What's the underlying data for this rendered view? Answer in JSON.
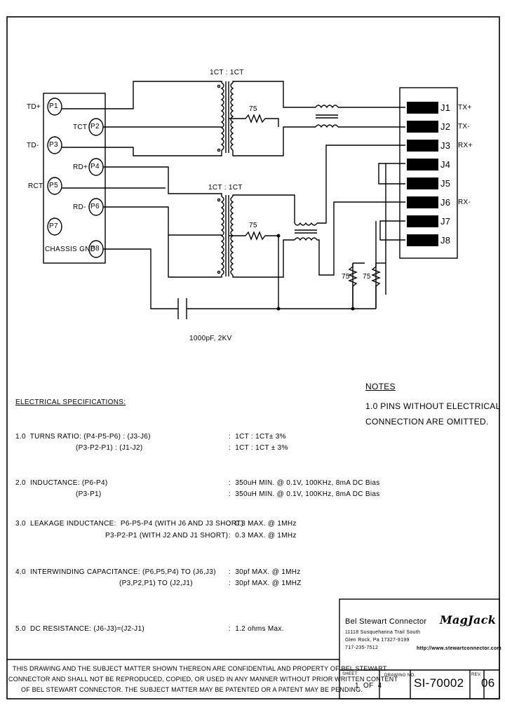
{
  "schematic": {
    "pins_left": [
      "P1",
      "P2",
      "P3",
      "P4",
      "P5",
      "P6",
      "P7",
      "P8"
    ],
    "labels_left": {
      "td_plus": "TD+",
      "tct": "TCT",
      "td_minus": "TD-",
      "rd_plus": "RD+",
      "rct": "RCT",
      "rd_minus": "RD-",
      "chassis": "CHASSIS GND"
    },
    "jack_pins": [
      "J1",
      "J2",
      "J3",
      "J4",
      "J5",
      "J6",
      "J7",
      "J8"
    ],
    "jack_signals": {
      "j1": "TX+",
      "j2": "TX-",
      "j3": "RX+",
      "j6": "RX-"
    },
    "transformer_top": "1CT : 1CT",
    "transformer_bottom": "1CT : 1CT",
    "resistor_top": "75",
    "resistor_mid": "75",
    "resistor_left": "75",
    "resistor_right": "75",
    "capacitor": "1000pF, 2KV"
  },
  "notes": {
    "title": "NOTES",
    "line1": "1.0 PINS WITHOUT ELECTRICAL",
    "line2": "CONNECTION ARE OMITTED."
  },
  "specs": {
    "title": "ELECTRICAL SPECIFICATIONS:",
    "rows": [
      {
        "l1": "1.0  TURNS RATIO: (P4-P5-P6) : (J3-J6)",
        "l2": "(P3-P2-P1) : (J1-J2)",
        "v1": ":  1CT : 1CT± 3%",
        "v2": ":  1CT : 1CT ± 3%"
      },
      {
        "l1": "2.0  INDUCTANCE: (P6-P4)",
        "l2": "(P3-P1)",
        "v1": ":  350uH MIN. @ 0.1V, 100KHz, 8mA DC Bias",
        "v2": ":  350uH MIN. @ 0.1V, 100KHz, 8mA DC Bias"
      },
      {
        "l1": "3.0  LEAKAGE INDUCTANCE:  P6-P5-P4 (WITH J6 AND J3 SHORT)",
        "l2": "P3-P2-P1 (WITH J2 AND J1 SHORT)",
        "v1": ":  0.3 MAX. @ 1MHz",
        "v2": ":  0.3 MAX. @ 1MHz"
      },
      {
        "l1": "4.0  INTERWINDING CAPACITANCE: (P6,P5,P4) TO (J6,J3)",
        "l2": "(P3,P2,P1) TO (J2,J1)",
        "v1": ":  30pf MAX. @ 1MHz",
        "v2": ":  30pf MAX. @ 1MHZ"
      },
      {
        "l1": "5.0  DC RESISTANCE: (J6-J3)=(J2-J1)",
        "l2": "",
        "v1": ":  1.2 ohms Max.",
        "v2": ""
      }
    ]
  },
  "title_block": {
    "company": "Bel Stewart Connector",
    "addr1": "11118 Susquehanna Trail South",
    "addr2": "Glen Rock, Pa 17327-9199",
    "addr3": "717-235-7512",
    "brand": "MagJack",
    "url": "http://www.stewartconnector.com",
    "sheet_label": "SHEET",
    "sheet_value": "1  OF  4",
    "drawing_label": "DRAWING NO.",
    "drawing_no": "SI-70002",
    "rev_label": "REV.",
    "rev": "06"
  },
  "confidential": {
    "line1": "THIS DRAWING AND THE SUBJECT MATTER SHOWN THEREON ARE CONFIDENTIAL AND PROPERTY OF BEL STEWART",
    "line2": "CONNECTOR AND SHALL NOT BE REPRODUCED, COPIED, OR USED IN ANY MANNER WITHOUT PRIOR WRITTEN CONTENT",
    "line3": "OF BEL STEWART CONNECTOR. THE SUBJECT MATTER MAY BE PATENTED OR A PATENT MAY BE PENDING."
  }
}
